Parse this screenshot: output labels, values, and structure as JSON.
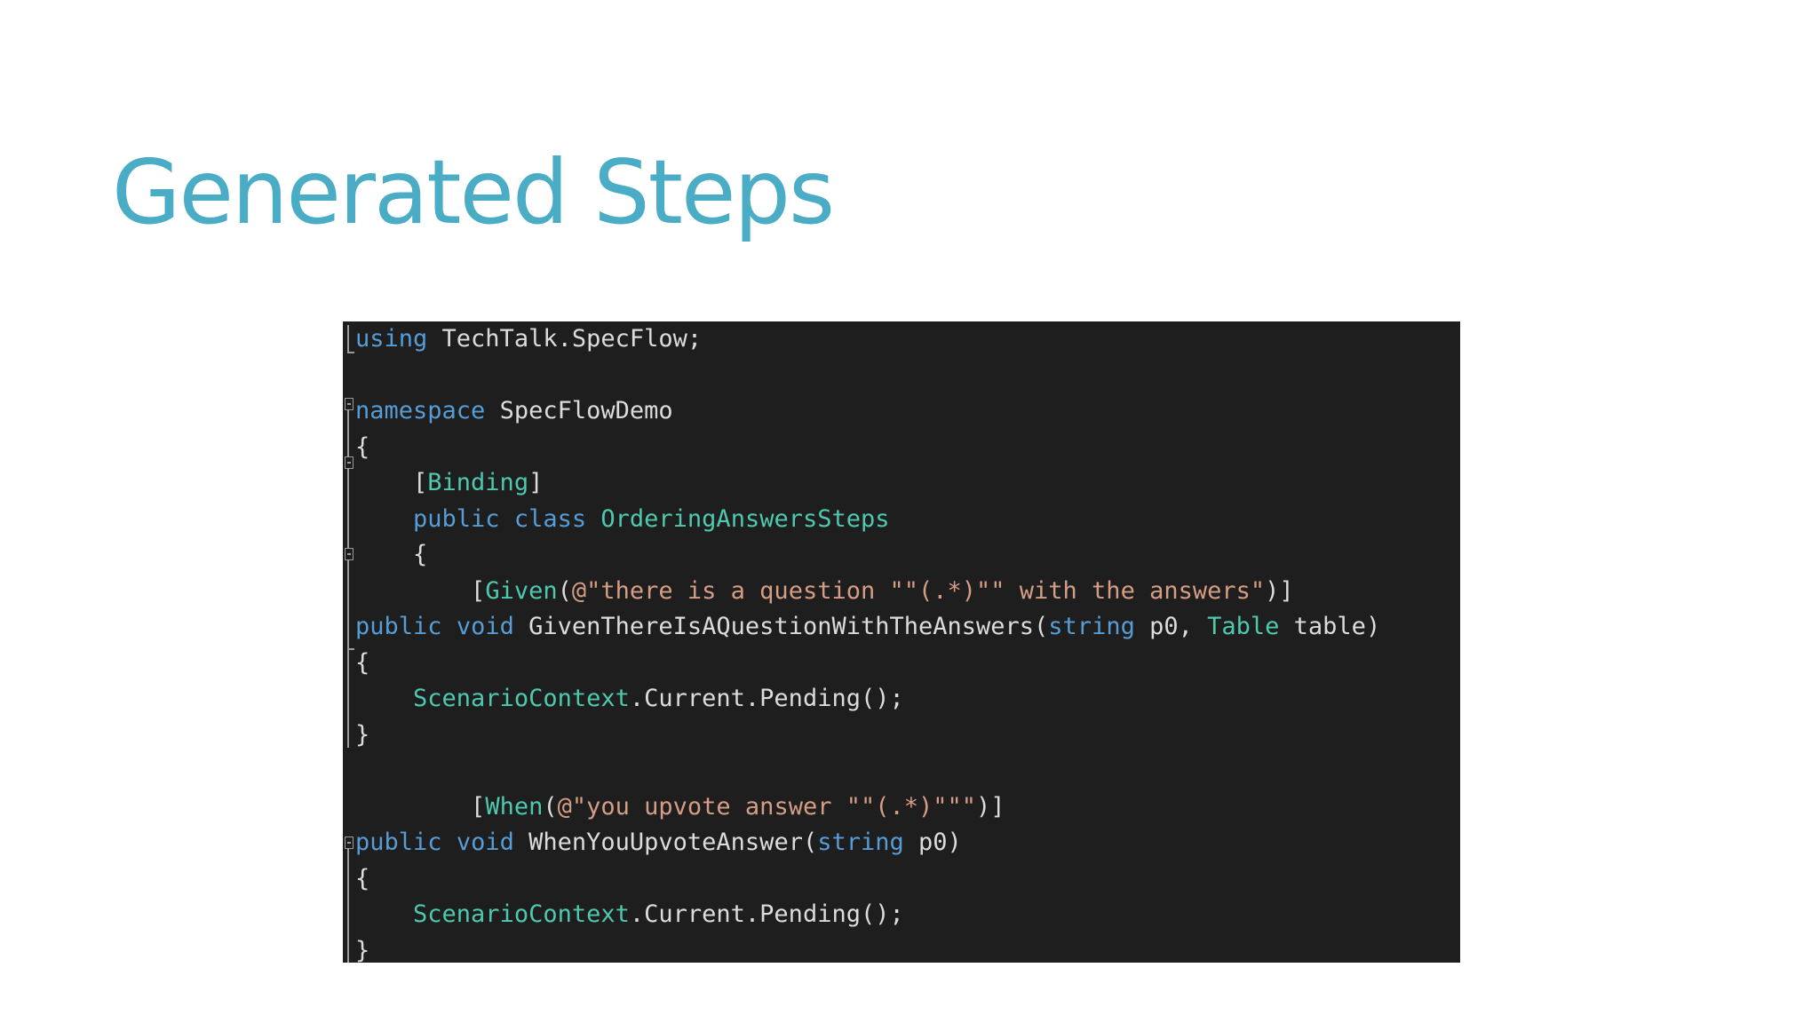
{
  "slide": {
    "title": "Generated Steps"
  },
  "colors": {
    "title": "#4bacc6",
    "code_background": "#1e1e1e",
    "keyword": "#569cd6",
    "type": "#4ec9b0",
    "string": "#d69d85",
    "plain_text": "#dcdcdc"
  },
  "code": {
    "language": "C#",
    "lines": [
      [
        {
          "k": "kw",
          "t": "using"
        },
        {
          "k": "pl",
          "t": " TechTalk.SpecFlow;"
        }
      ],
      [],
      [
        {
          "k": "kw",
          "t": "namespace"
        },
        {
          "k": "pl",
          "t": " SpecFlowDemo"
        }
      ],
      [
        {
          "k": "pl",
          "t": "{"
        }
      ],
      [
        {
          "k": "pl",
          "t": "    ["
        },
        {
          "k": "ty",
          "t": "Binding"
        },
        {
          "k": "pl",
          "t": "]"
        }
      ],
      [
        {
          "k": "pl",
          "t": "    "
        },
        {
          "k": "kw",
          "t": "public"
        },
        {
          "k": "pl",
          "t": " "
        },
        {
          "k": "kw",
          "t": "class"
        },
        {
          "k": "pl",
          "t": " "
        },
        {
          "k": "ty",
          "t": "OrderingAnswersSteps"
        }
      ],
      [
        {
          "k": "pl",
          "t": "    {"
        }
      ],
      [
        {
          "k": "pl",
          "t": "        ["
        },
        {
          "k": "ty",
          "t": "Given"
        },
        {
          "k": "pl",
          "t": "("
        },
        {
          "k": "st",
          "t": "@\"there is a question \"\"(.*)\"\" with the answers\""
        },
        {
          "k": "pl",
          "t": ")]"
        }
      ],
      [
        {
          "k": "kw",
          "t": "public"
        },
        {
          "k": "pl",
          "t": " "
        },
        {
          "k": "kw",
          "t": "void"
        },
        {
          "k": "pl",
          "t": " GivenThereIsAQuestionWithTheAnswers("
        },
        {
          "k": "kw",
          "t": "string"
        },
        {
          "k": "pl",
          "t": " p0, "
        },
        {
          "k": "ty",
          "t": "Table"
        },
        {
          "k": "pl",
          "t": " table)"
        }
      ],
      [
        {
          "k": "pl",
          "t": "{"
        }
      ],
      [
        {
          "k": "pl",
          "t": "    "
        },
        {
          "k": "ty",
          "t": "ScenarioContext"
        },
        {
          "k": "pl",
          "t": ".Current.Pending();"
        }
      ],
      [
        {
          "k": "pl",
          "t": "}"
        }
      ],
      [],
      [
        {
          "k": "pl",
          "t": "        ["
        },
        {
          "k": "ty",
          "t": "When"
        },
        {
          "k": "pl",
          "t": "("
        },
        {
          "k": "st",
          "t": "@\"you upvote answer \"\"(.*)\"\"\""
        },
        {
          "k": "pl",
          "t": ")]"
        }
      ],
      [
        {
          "k": "kw",
          "t": "public"
        },
        {
          "k": "pl",
          "t": " "
        },
        {
          "k": "kw",
          "t": "void"
        },
        {
          "k": "pl",
          "t": " WhenYouUpvoteAnswer("
        },
        {
          "k": "kw",
          "t": "string"
        },
        {
          "k": "pl",
          "t": " p0)"
        }
      ],
      [
        {
          "k": "pl",
          "t": "{"
        }
      ],
      [
        {
          "k": "pl",
          "t": "    "
        },
        {
          "k": "ty",
          "t": "ScenarioContext"
        },
        {
          "k": "pl",
          "t": ".Current.Pending();"
        }
      ],
      [
        {
          "k": "pl",
          "t": "}"
        }
      ]
    ]
  }
}
